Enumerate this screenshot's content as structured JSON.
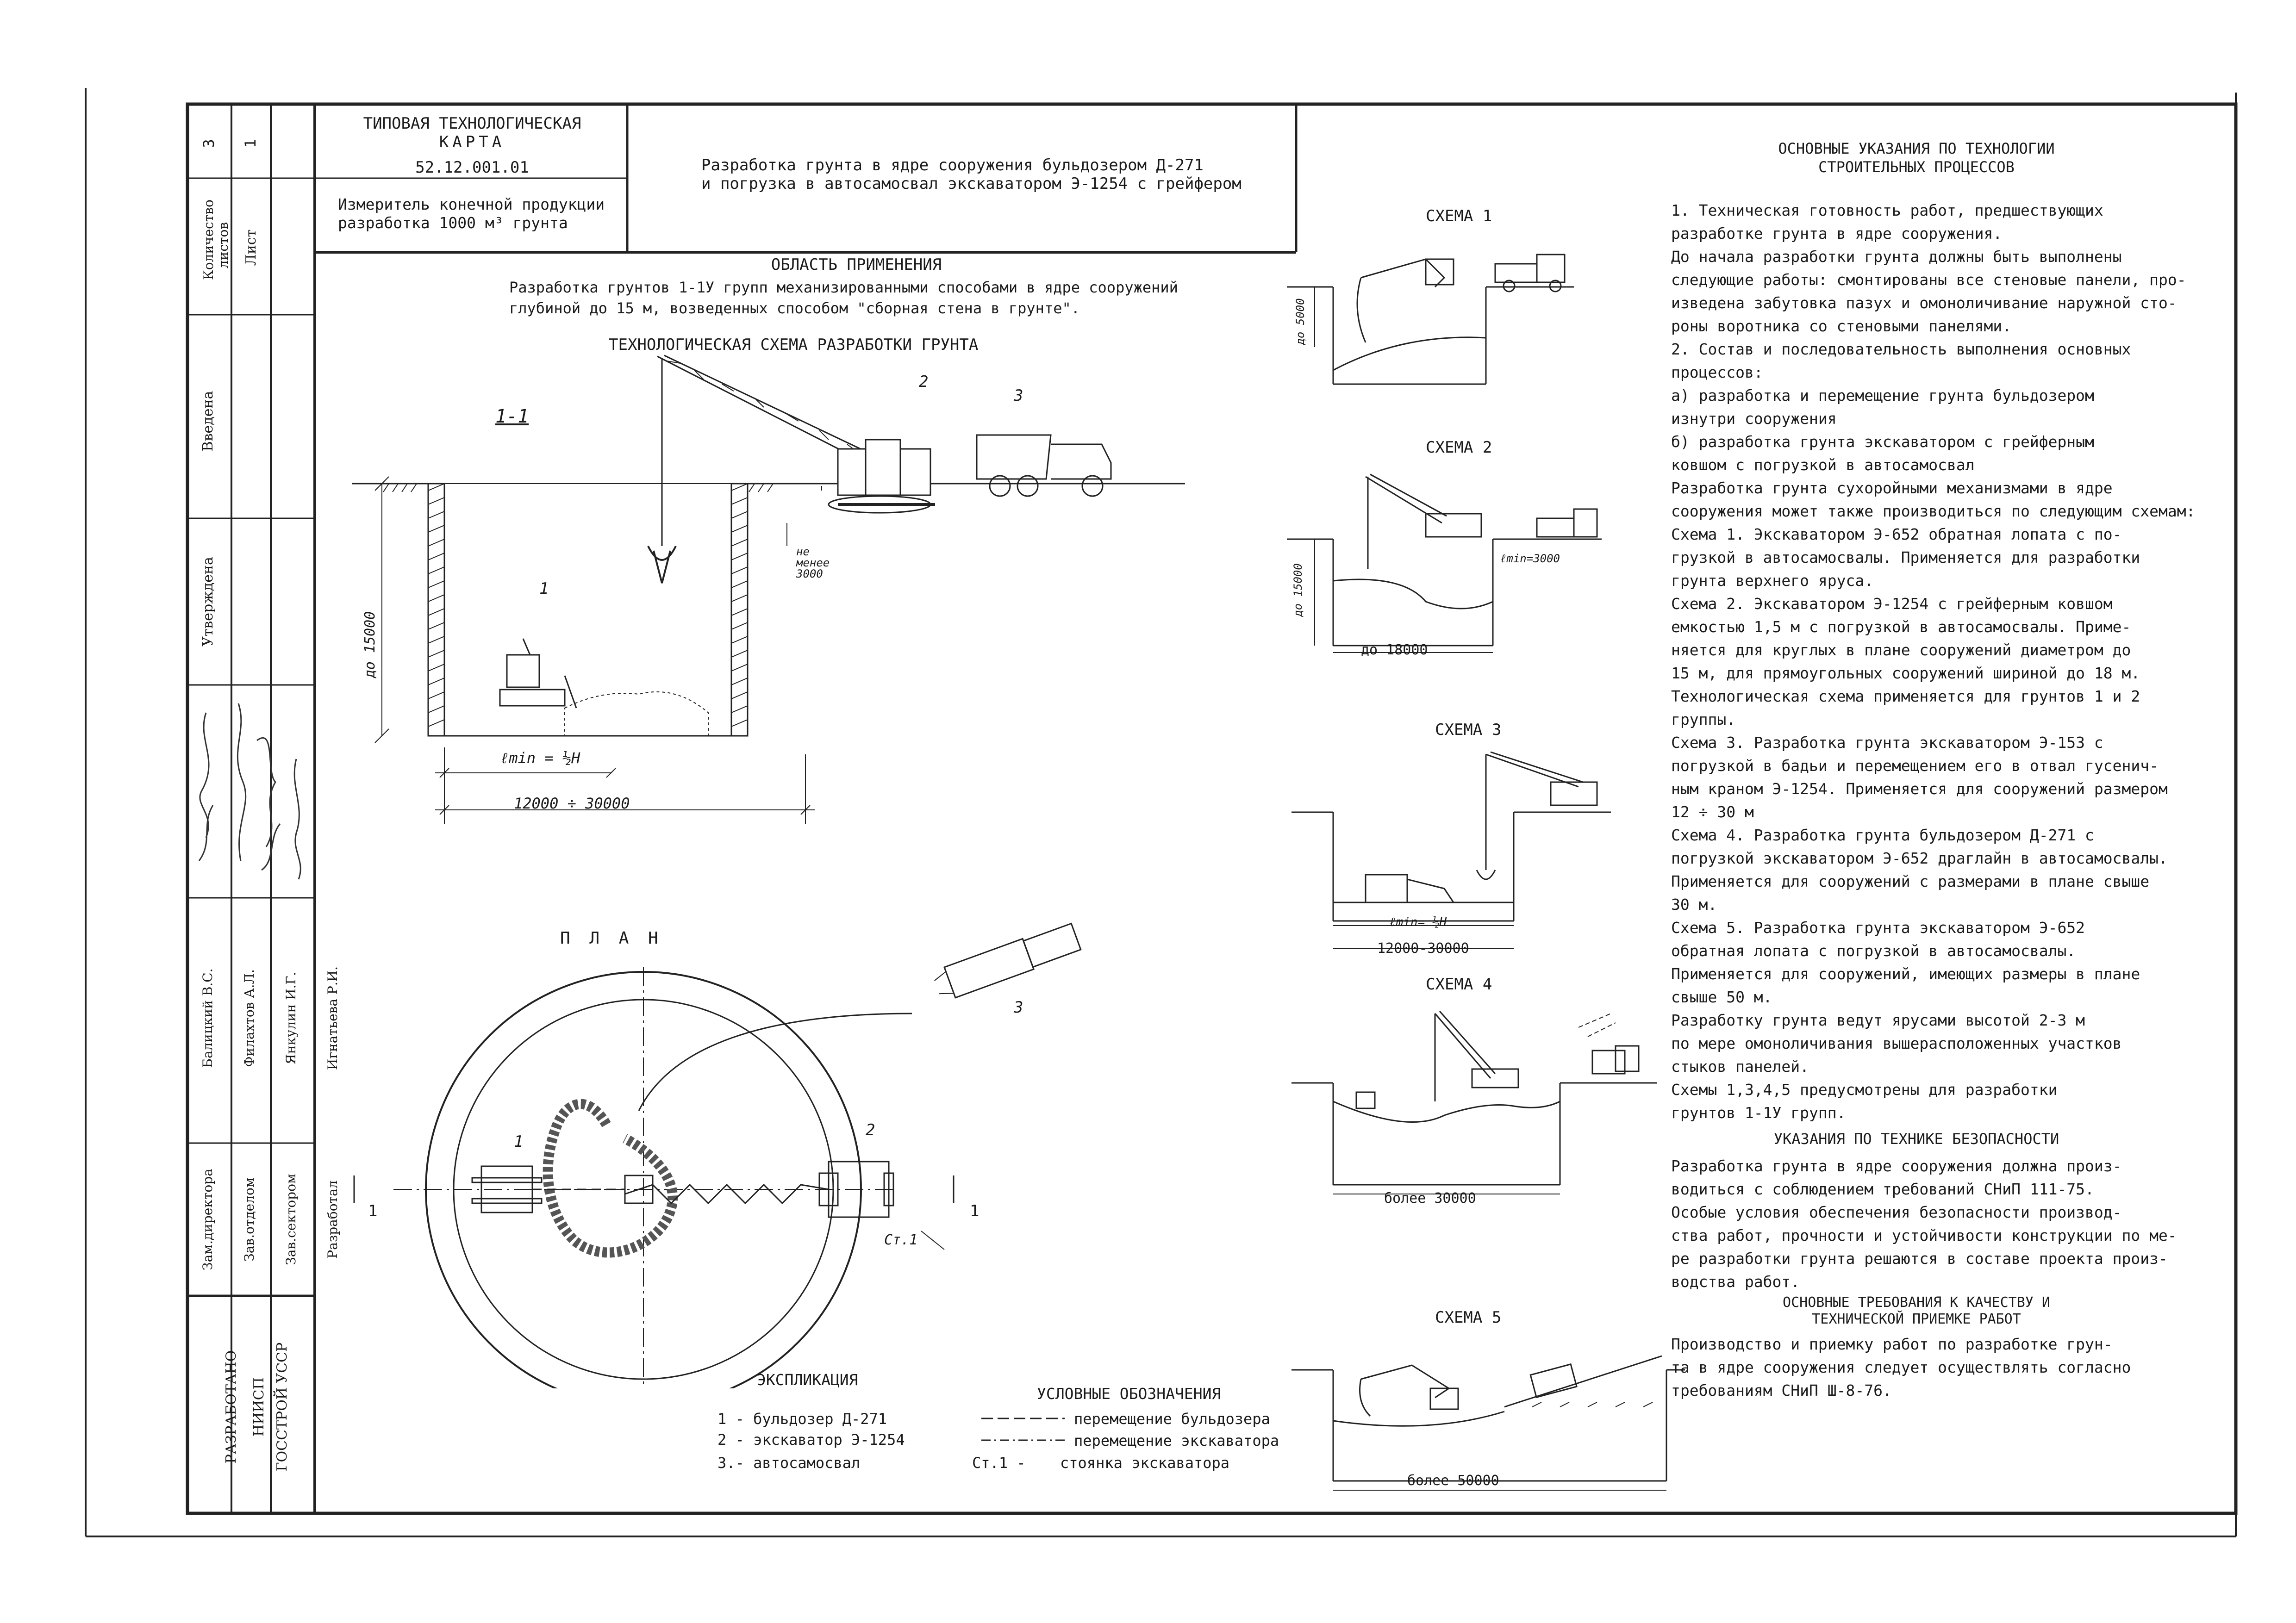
{
  "title_block": {
    "doc_type_line1": "ТИПОВАЯ ТЕХНОЛОГИЧЕСКАЯ",
    "doc_type_line2": "КАРТА",
    "code": "52.12.001.01",
    "meter_line1": "Измеритель конечной продукции",
    "meter_line2": "разработка 1000 м³ грунта",
    "title_line1": "Разработка грунта в ядре сооружения бульдозером Д-271",
    "title_line2": "и погрузка в автосамосвал экскаватором Э-1254 с грейфером"
  },
  "side_stamp": {
    "sheets_count_label": "Количество листов",
    "sheets_count_value": "3",
    "sheet_label": "Лист",
    "sheet_value": "1",
    "introduced_label": "Введена",
    "approved_label": "Утверждена",
    "roles": [
      "Зам.директора",
      "Зав.отделом",
      "Зав.сектором",
      "Разработал"
    ],
    "names": [
      "Балицкий В.С.",
      "Филахтов А.Л.",
      "Янкулин И.Г.",
      "Игнатьева Р.И."
    ],
    "developed_label": "РАЗРАБОТАНО",
    "org_line1": "НИИСП",
    "org_line2": "ГОССТРОЙ УССР"
  },
  "scope": {
    "heading": "ОБЛАСТЬ ПРИМЕНЕНИЯ",
    "line1": "Разработка грунтов 1-1У групп механизированными способами в ядре сооружений",
    "line2": "глубиной до 15 м, возведенных способом \"сборная стена в грунте\"."
  },
  "section": {
    "heading": "ТЕХНОЛОГИЧЕСКАЯ СХЕМА РАЗРАБОТКИ ГРУНТА",
    "label": "1-1",
    "dim_depth": "до 15000",
    "dim_min": "не менее 3000",
    "dim_lmin": "ℓmin = ½H",
    "dim_width": "12000 ÷ 30000",
    "marks": [
      "1",
      "2",
      "3"
    ]
  },
  "plan": {
    "heading": "П Л А Н",
    "marks": [
      "1",
      "2",
      "3"
    ],
    "cut": "1",
    "station": "Ст.1"
  },
  "explication": {
    "heading": "ЭКСПЛИКАЦИЯ",
    "items": [
      "1 - бульдозер Д-271",
      "2 - экскаватор Э-1254",
      "3.- автосамосвал"
    ]
  },
  "legend": {
    "heading": "УСЛОВНЫЕ ОБОЗНАЧЕНИЯ",
    "items": [
      "перемещение бульдозера",
      "перемещение экскаватора",
      "стоянка экскаватора"
    ],
    "station_code": "Ст.1 -"
  },
  "schemes": [
    {
      "title": "СХЕМА 1",
      "dims": [
        "до 5000"
      ]
    },
    {
      "title": "СХЕМА 2",
      "dims": [
        "до 15000",
        "ℓmin=3000",
        "до 18000"
      ]
    },
    {
      "title": "СХЕМА 3",
      "dims": [
        "ℓmin= ½H",
        "12000-30000"
      ]
    },
    {
      "title": "СХЕМА 4",
      "dims": [
        "более 30000"
      ]
    },
    {
      "title": "СХЕМА 5",
      "dims": [
        "более 50000"
      ]
    }
  ],
  "guidance": {
    "heading_line1": "ОСНОВНЫЕ УКАЗАНИЯ ПО ТЕХНОЛОГИИ",
    "heading_line2": "СТРОИТЕЛЬНЫХ ПРОЦЕССОВ",
    "lines": [
      "  1. Техническая готовность работ, предшествующих",
      "разработке грунта в ядре сооружения.",
      "  До начала разработки грунта должны быть выполнены",
      "следующие работы: смонтированы все стеновые панели, про-",
      "изведена забутовка пазух и омоноличивание наружной сто-",
      "роны воротника со стеновыми панелями.",
      "  2. Состав и последовательность выполнения основных",
      "процессов:",
      "    а) разработка и перемещение грунта бульдозером",
      "       изнутри сооружения",
      "    б) разработка грунта экскаватором с грейферным",
      "       ковшом с погрузкой в автосамосвал",
      "  Разработка грунта сухоройными механизмами в ядре",
      "сооружения может также производиться по следующим схемам:",
      "   Схема 1. Экскаватором Э-652 обратная лопата с по-",
      "   грузкой в автосамосвалы. Применяется для разработки",
      "   грунта верхнего яруса.",
      "   Схема 2. Экскаватором Э-1254 с грейферным ковшом",
      "   емкостью 1,5 м с погрузкой в автосамосвалы. Приме-",
      "   няется для круглых в плане сооружений диаметром до",
      "   15 м,  для прямоугольных сооружений шириной до 18 м.",
      "Технологическая схема применяется для грунтов 1 и 2",
      "группы.",
      "   Схема 3. Разработка грунта экскаватором Э-153 с",
      "   погрузкой в бадьи и перемещением его в отвал гусенич-",
      "   ным краном Э-1254. Применяется для сооружений размером",
      "   12 ÷ 30 м",
      "   Схема 4. Разработка грунта бульдозером Д-271 с",
      "погрузкой экскаватором Э-652 драглайн в автосамосвалы.",
      "Применяется для сооружений с размерами в плане свыше",
      "30 м.",
      "   Схема 5. Разработка грунта экскаватором Э-652",
      "обратная лопата с погрузкой в автосамосвалы.",
      "   Применяется для сооружений, имеющих размеры в плане",
      "свыше 50 м.",
      "   Разработку грунта ведут ярусами  высотой 2-3 м",
      "по мере омоноличивания вышерасположенных участков",
      "стыков панелей.",
      "   Схемы 1,3,4,5 предусмотрены для разработки",
      "  грунтов 1-1У групп."
    ]
  },
  "safety": {
    "heading": "УКАЗАНИЯ ПО ТЕХНИКЕ БЕЗОПАСНОСТИ",
    "lines": [
      "   Разработка грунта в ядре сооружения должна произ-",
      "водиться с соблюдением требований СНиП 111-75.",
      "   Особые условия обеспечения безопасности производ-",
      "ства работ, прочности и устойчивости конструкции по ме-",
      "ре разработки грунта решаются в составе проекта произ-",
      "водства работ."
    ]
  },
  "quality": {
    "heading_line1": "ОСНОВНЫЕ ТРЕБОВАНИЯ К КАЧЕСТВУ И",
    "heading_line2": "ТЕХНИЧЕСКОЙ ПРИЕМКЕ РАБОТ",
    "lines": [
      "   Производство и приемку работ по разработке грун-",
      "та в ядре сооружения следует осуществлять согласно",
      "требованиям СНиП Ш-8-76."
    ]
  }
}
